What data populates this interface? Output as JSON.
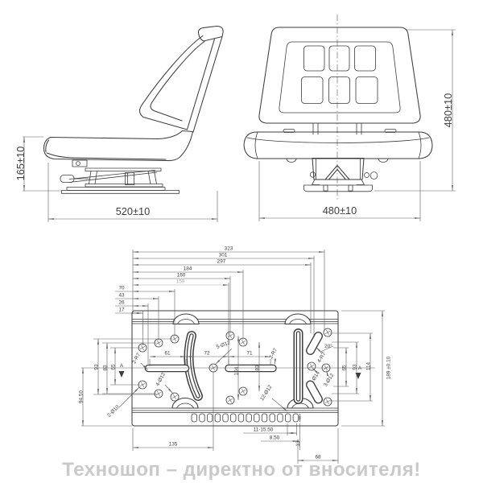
{
  "watermark": "Техношоп – директно от вносителя!",
  "side_view": {
    "dim_height": "165±10",
    "dim_width": "520±10"
  },
  "front_view": {
    "dim_height": "480±10",
    "dim_width": "480±10"
  },
  "plate": {
    "top_chain": {
      "d1": "323",
      "d2": "301",
      "d3": "297",
      "d4": "184",
      "d5": "160",
      "d6": "159"
    },
    "left_chain": {
      "d1": "70",
      "d2": "43",
      "d3": "26",
      "d4": "17"
    },
    "left_vertical": {
      "d1": "94.50",
      "d2": "93",
      "d3": "83",
      "d4": "65",
      "datum": "A"
    },
    "center": {
      "d61": "61",
      "d72": "72",
      "d71": "71",
      "holes5": "5-Ø12",
      "slot_left": "2-R7",
      "slot_right": "2-R7",
      "holes4": "4-Ø12",
      "d104": "104",
      "d83": "83",
      "holes12": "12-Ø12",
      "holes2": "2-Ø10"
    },
    "right": {
      "angle": "20°",
      "oval_r": "4-R7",
      "hole14": "Ø14",
      "holes3": "3-Ø12",
      "d65": "65",
      "d93": "93",
      "d114": "114",
      "datum": "A",
      "overall": "189 ±0.10"
    },
    "bottom": {
      "d135": "135",
      "pitch": "11-15.50",
      "d850": "8.50",
      "d13": "13",
      "d68": "68"
    }
  }
}
